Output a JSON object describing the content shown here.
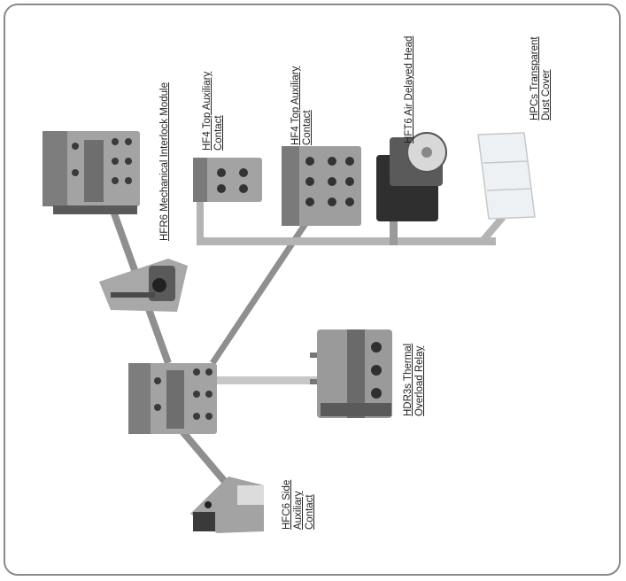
{
  "colors": {
    "border": "#8a8a8a",
    "connector": "#8f8f8f",
    "connector_light": "#c2c2c2",
    "device_body": "#9a9a9a",
    "device_dark": "#3a3a3a"
  },
  "labels": {
    "interlock": "HFR6 Mechanical Interlock Module",
    "hf4_small_1": "HF4 Top Auxiliary",
    "hf4_small_2": "Contact",
    "hf4_big_1": "HF4 Top Auxiliary",
    "hf4_big_2": "Contact",
    "hft6": "HFT6 Air Delayed Head",
    "hpc_1": "HPCs  Transparent",
    "hpc_2": "Dust Cover",
    "hdr_1": "HDR3s Thermal",
    "hdr_2": "Overload  Relay",
    "hfc_1": "HFC6 Side",
    "hfc_2": "Auxiliary",
    "hfc_3": "Contact"
  }
}
